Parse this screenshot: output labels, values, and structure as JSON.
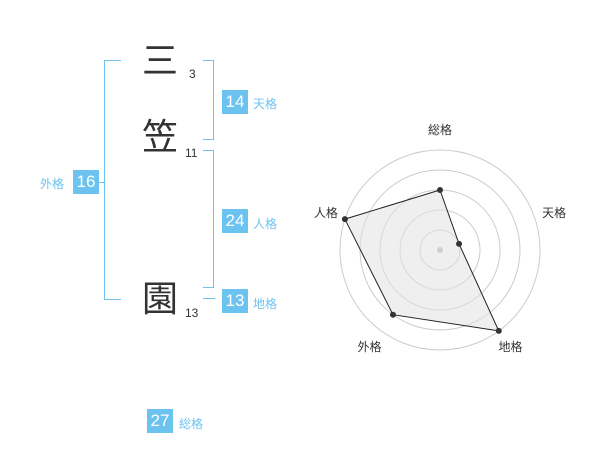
{
  "name": {
    "chars": [
      {
        "char": "三",
        "strokes": "3"
      },
      {
        "char": "笠",
        "strokes": "11"
      },
      {
        "char": "園",
        "strokes": "13"
      }
    ]
  },
  "kaku": {
    "tenkaku": {
      "value": "14",
      "label": "天格"
    },
    "jinkaku": {
      "value": "24",
      "label": "人格"
    },
    "chikaku": {
      "value": "13",
      "label": "地格"
    },
    "gaikaku": {
      "value": "16",
      "label": "外格"
    },
    "soukaku": {
      "value": "27",
      "label": "総格"
    }
  },
  "chart_data": {
    "type": "radar",
    "axes": [
      "総格",
      "天格",
      "地格",
      "外格",
      "人格"
    ],
    "values": [
      3,
      1,
      5,
      4,
      5
    ],
    "rmax": 5,
    "rings": 5
  },
  "colors": {
    "accent": "#6cc3ef",
    "text": "#333333",
    "grid": "#cccccc",
    "fill": "#eeeeee"
  }
}
